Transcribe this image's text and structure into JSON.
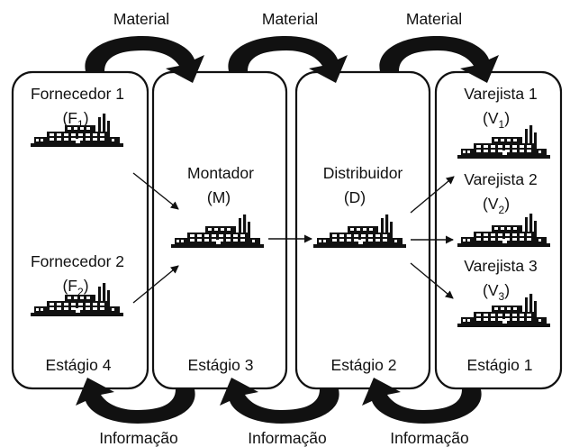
{
  "flow_labels": {
    "material": [
      "Material",
      "Material",
      "Material"
    ],
    "information": [
      "Informação",
      "Informação",
      "Informação"
    ]
  },
  "stages": [
    {
      "label": "Estágio 4",
      "entities": [
        {
          "name": "Fornecedor 1",
          "code": "F",
          "sub": "1"
        },
        {
          "name": "Fornecedor 2",
          "code": "F",
          "sub": "2"
        }
      ]
    },
    {
      "label": "Estágio 3",
      "entities": [
        {
          "name": "Montador",
          "code": "(M)"
        }
      ]
    },
    {
      "label": "Estágio 2",
      "entities": [
        {
          "name": "Distribuidor",
          "code": "(D)"
        }
      ]
    },
    {
      "label": "Estágio 1",
      "entities": [
        {
          "name": "Varejista 1",
          "code": "V",
          "sub": "1"
        },
        {
          "name": "Varejista 2",
          "code": "V",
          "sub": "2"
        },
        {
          "name": "Varejista 3",
          "code": "V",
          "sub": "3"
        }
      ]
    }
  ],
  "icons": {
    "factory": "factory-icon",
    "material_arrow": "curved-arrow-right-icon",
    "information_arrow": "curved-arrow-left-icon",
    "flow_arrow": "arrow-icon"
  },
  "colors": {
    "ink": "#111111",
    "background": "#ffffff"
  }
}
